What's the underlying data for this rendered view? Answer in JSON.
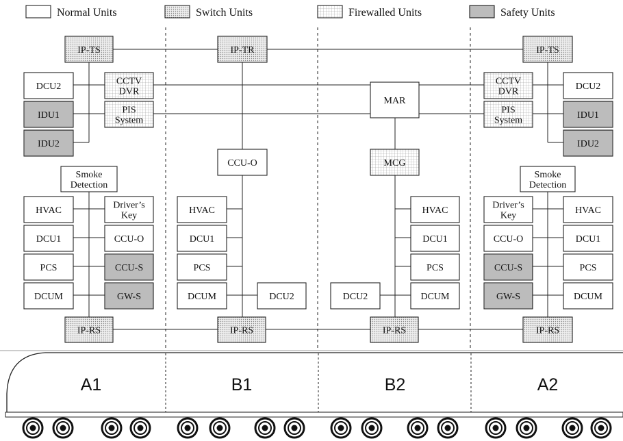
{
  "colors": {
    "normal": "#ffffff",
    "switch": "#e4e4e4",
    "firewalled": "#ffffff",
    "safety": "#cfcfcf",
    "line": "#222222"
  },
  "legend": [
    {
      "kind": "normal",
      "label": "Normal Units"
    },
    {
      "kind": "switch",
      "label": "Switch Units"
    },
    {
      "kind": "firewalled",
      "label": "Firewalled Units"
    },
    {
      "kind": "safety",
      "label": "Safety Units"
    }
  ],
  "cars": [
    "A1",
    "B1",
    "B2",
    "A2"
  ],
  "units": {
    "a1_ipts": {
      "lines": [
        "IP-TS"
      ],
      "kind": "switch"
    },
    "b1_iptr": {
      "lines": [
        "IP-TR"
      ],
      "kind": "switch"
    },
    "a2_ipts": {
      "lines": [
        "IP-TS"
      ],
      "kind": "switch"
    },
    "a1_dcu2": {
      "lines": [
        "DCU2"
      ],
      "kind": "normal"
    },
    "a1_cctv": {
      "lines": [
        "CCTV",
        "DVR"
      ],
      "kind": "firewalled"
    },
    "a1_idu1": {
      "lines": [
        "IDU1"
      ],
      "kind": "safety"
    },
    "a1_pis": {
      "lines": [
        "PIS",
        "System"
      ],
      "kind": "firewalled"
    },
    "a1_idu2": {
      "lines": [
        "IDU2"
      ],
      "kind": "safety"
    },
    "b2_mar": {
      "lines": [
        "MAR"
      ],
      "kind": "normal"
    },
    "a2_cctv": {
      "lines": [
        "CCTV",
        "DVR"
      ],
      "kind": "firewalled"
    },
    "a2_dcu2": {
      "lines": [
        "DCU2"
      ],
      "kind": "normal"
    },
    "a2_pis": {
      "lines": [
        "PIS",
        "System"
      ],
      "kind": "firewalled"
    },
    "a2_idu1": {
      "lines": [
        "IDU1"
      ],
      "kind": "safety"
    },
    "a2_idu2": {
      "lines": [
        "IDU2"
      ],
      "kind": "safety"
    },
    "b1_ccuo": {
      "lines": [
        "CCU-O"
      ],
      "kind": "normal"
    },
    "b2_mcg": {
      "lines": [
        "MCG"
      ],
      "kind": "firewalled"
    },
    "a1_smoke": {
      "lines": [
        "Smoke",
        "Detection"
      ],
      "kind": "normal"
    },
    "a2_smoke": {
      "lines": [
        "Smoke",
        "Detection"
      ],
      "kind": "normal"
    },
    "a1_hvac": {
      "lines": [
        "HVAC"
      ],
      "kind": "normal"
    },
    "a1_dkey": {
      "lines": [
        "Driver’s",
        "Key"
      ],
      "kind": "normal"
    },
    "a1_dcu1": {
      "lines": [
        "DCU1"
      ],
      "kind": "normal"
    },
    "a1_ccuo": {
      "lines": [
        "CCU-O"
      ],
      "kind": "normal"
    },
    "a1_pcs": {
      "lines": [
        "PCS"
      ],
      "kind": "normal"
    },
    "a1_ccus": {
      "lines": [
        "CCU-S"
      ],
      "kind": "safety"
    },
    "a1_dcum": {
      "lines": [
        "DCUM"
      ],
      "kind": "normal"
    },
    "a1_gws": {
      "lines": [
        "GW-S"
      ],
      "kind": "safety"
    },
    "b1_hvac": {
      "lines": [
        "HVAC"
      ],
      "kind": "normal"
    },
    "b1_dcu1": {
      "lines": [
        "DCU1"
      ],
      "kind": "normal"
    },
    "b1_pcs": {
      "lines": [
        "PCS"
      ],
      "kind": "normal"
    },
    "b1_dcum": {
      "lines": [
        "DCUM"
      ],
      "kind": "normal"
    },
    "b1_dcu2": {
      "lines": [
        "DCU2"
      ],
      "kind": "normal"
    },
    "b2_hvac": {
      "lines": [
        "HVAC"
      ],
      "kind": "normal"
    },
    "b2_dcu1": {
      "lines": [
        "DCU1"
      ],
      "kind": "normal"
    },
    "b2_pcs": {
      "lines": [
        "PCS"
      ],
      "kind": "normal"
    },
    "b2_dcu2": {
      "lines": [
        "DCU2"
      ],
      "kind": "normal"
    },
    "b2_dcum": {
      "lines": [
        "DCUM"
      ],
      "kind": "normal"
    },
    "a2_dkey": {
      "lines": [
        "Driver’s",
        "Key"
      ],
      "kind": "normal"
    },
    "a2_hvac": {
      "lines": [
        "HVAC"
      ],
      "kind": "normal"
    },
    "a2_ccuo": {
      "lines": [
        "CCU-O"
      ],
      "kind": "normal"
    },
    "a2_dcu1": {
      "lines": [
        "DCU1"
      ],
      "kind": "normal"
    },
    "a2_ccus": {
      "lines": [
        "CCU-S"
      ],
      "kind": "safety"
    },
    "a2_pcs": {
      "lines": [
        "PCS"
      ],
      "kind": "normal"
    },
    "a2_gws": {
      "lines": [
        "GW-S"
      ],
      "kind": "safety"
    },
    "a2_dcum": {
      "lines": [
        "DCUM"
      ],
      "kind": "normal"
    },
    "a1_iprs": {
      "lines": [
        "IP-RS"
      ],
      "kind": "switch"
    },
    "b1_iprs": {
      "lines": [
        "IP-RS"
      ],
      "kind": "switch"
    },
    "b2_iprs": {
      "lines": [
        "IP-RS"
      ],
      "kind": "switch"
    },
    "a2_iprs": {
      "lines": [
        "IP-RS"
      ],
      "kind": "switch"
    }
  }
}
